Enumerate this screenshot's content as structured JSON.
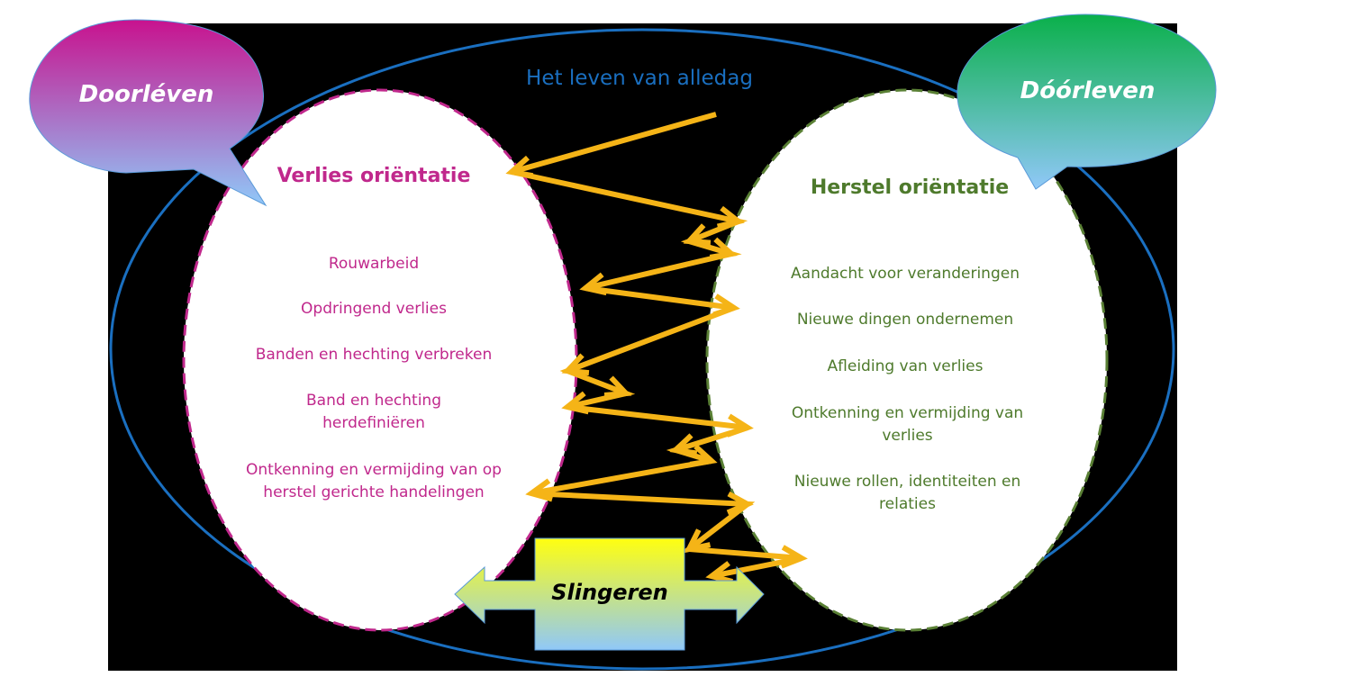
{
  "header": {
    "title": "Het leven van alledag"
  },
  "bubbles": {
    "left": "Doorléven",
    "right": "Dóórleven"
  },
  "loss": {
    "title": "Verlies oriëntatie",
    "items": [
      "Rouwarbeid",
      "Opdringend verlies",
      "Banden en hechting verbreken",
      "Band en hechting herdefiniëren",
      "Ontkenning en vermijding van op herstel gerichte handelingen"
    ]
  },
  "restoration": {
    "title": "Herstel oriëntatie",
    "items": [
      "Aandacht voor veranderingen",
      "Nieuwe dingen ondernemen",
      "Afleiding van verlies",
      "Ontkenning en vermijding van verlies",
      "Nieuwe rollen, identiteiten en relaties"
    ]
  },
  "oscillation": {
    "label": "Slingeren"
  },
  "colors": {
    "loss": "#c0288c",
    "restoration": "#4e7a2c",
    "outer": "#1a6fc0",
    "zigzag": "#f5b417"
  }
}
